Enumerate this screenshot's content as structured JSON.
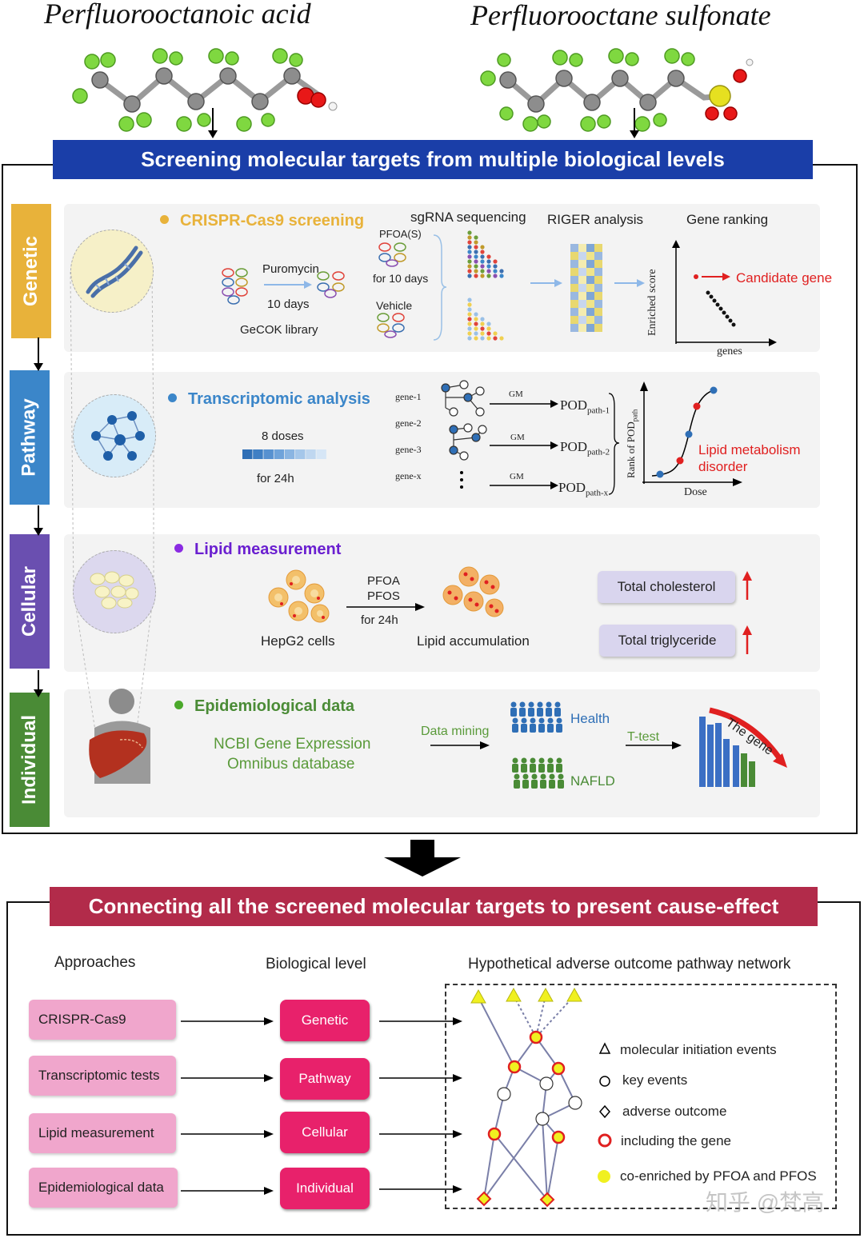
{
  "molecules": {
    "left_title": "Perfluorooctanoic acid",
    "right_title": "Perfluorooctane sulfonate"
  },
  "top_banner": "Screening molecular targets from multiple biological levels",
  "levels": [
    "Genetic",
    "Pathway",
    "Cellular",
    "Individual"
  ],
  "genetic": {
    "title": "CRISPR-Cas9 screening",
    "puromycin": "Puromycin",
    "days10": "10 days",
    "library": "GeCOK library",
    "sequencing": "sgRNA sequencing",
    "pfoa_s": "PFOA(S)",
    "for10days": "for 10 days",
    "vehicle": "Vehicle",
    "riger": "RIGER analysis",
    "gene_ranking": "Gene ranking",
    "enriched_score": "Enriched score",
    "genes": "genes",
    "candidate": "Candidate gene"
  },
  "pathway": {
    "title": "Transcriptomic analysis",
    "doses": "8 doses",
    "for24h": "for 24h",
    "gene_labels": [
      "gene-1",
      "gene-2",
      "gene-3",
      "gene-x"
    ],
    "gm": "GM",
    "pod": "POD",
    "pod_subs": [
      "path-1",
      "path-2",
      "path-x"
    ],
    "rank_label": "Rank of POD",
    "rank_sub": "path",
    "dose": "Dose",
    "lipid_disorder": "Lipid  metabolism disorder"
  },
  "cellular": {
    "title": "Lipid measurement",
    "pfoa": "PFOA",
    "pfos": "PFOS",
    "for24h": "for 24h",
    "hepg2": "HepG2 cells",
    "accumulation": "Lipid accumulation",
    "cholesterol": "Total cholesterol",
    "triglyceride": "Total triglyceride"
  },
  "individual": {
    "title": "Epidemiological data",
    "db_line1": "NCBI Gene Expression",
    "db_line2": "Omnibus  database",
    "mining": "Data mining",
    "health": "Health",
    "nafld": "NAFLD",
    "ttest": "T-test",
    "the_gene": "The gene"
  },
  "bottom_banner": "Connecting all the screened molecular targets to present cause-effect",
  "bottom": {
    "approaches_header": "Approaches",
    "level_header": "Biological level",
    "network_header": "Hypothetical adverse outcome pathway network",
    "approaches": [
      "CRISPR-Cas9",
      "Transcriptomic tests",
      "Lipid measurement",
      "Epidemiological data"
    ],
    "levels": [
      "Genetic",
      "Pathway",
      "Cellular",
      "Individual"
    ],
    "legend": [
      "molecular initiation events",
      "key events",
      "adverse outcome",
      "including the gene",
      "co-enriched by PFOA and PFOS"
    ]
  },
  "watermark": "知乎 @梵高",
  "colors": {
    "banner_blue": "#1a3ea8",
    "banner_red": "#b22b4a",
    "genetic": "#e8b23a",
    "pathway": "#3b86c9",
    "cellular": "#6a4fb0",
    "individual": "#4a8b36",
    "candidate_red": "#e02020",
    "level_pink": "#e8216b",
    "approach_pink": "#f0a6cc"
  }
}
